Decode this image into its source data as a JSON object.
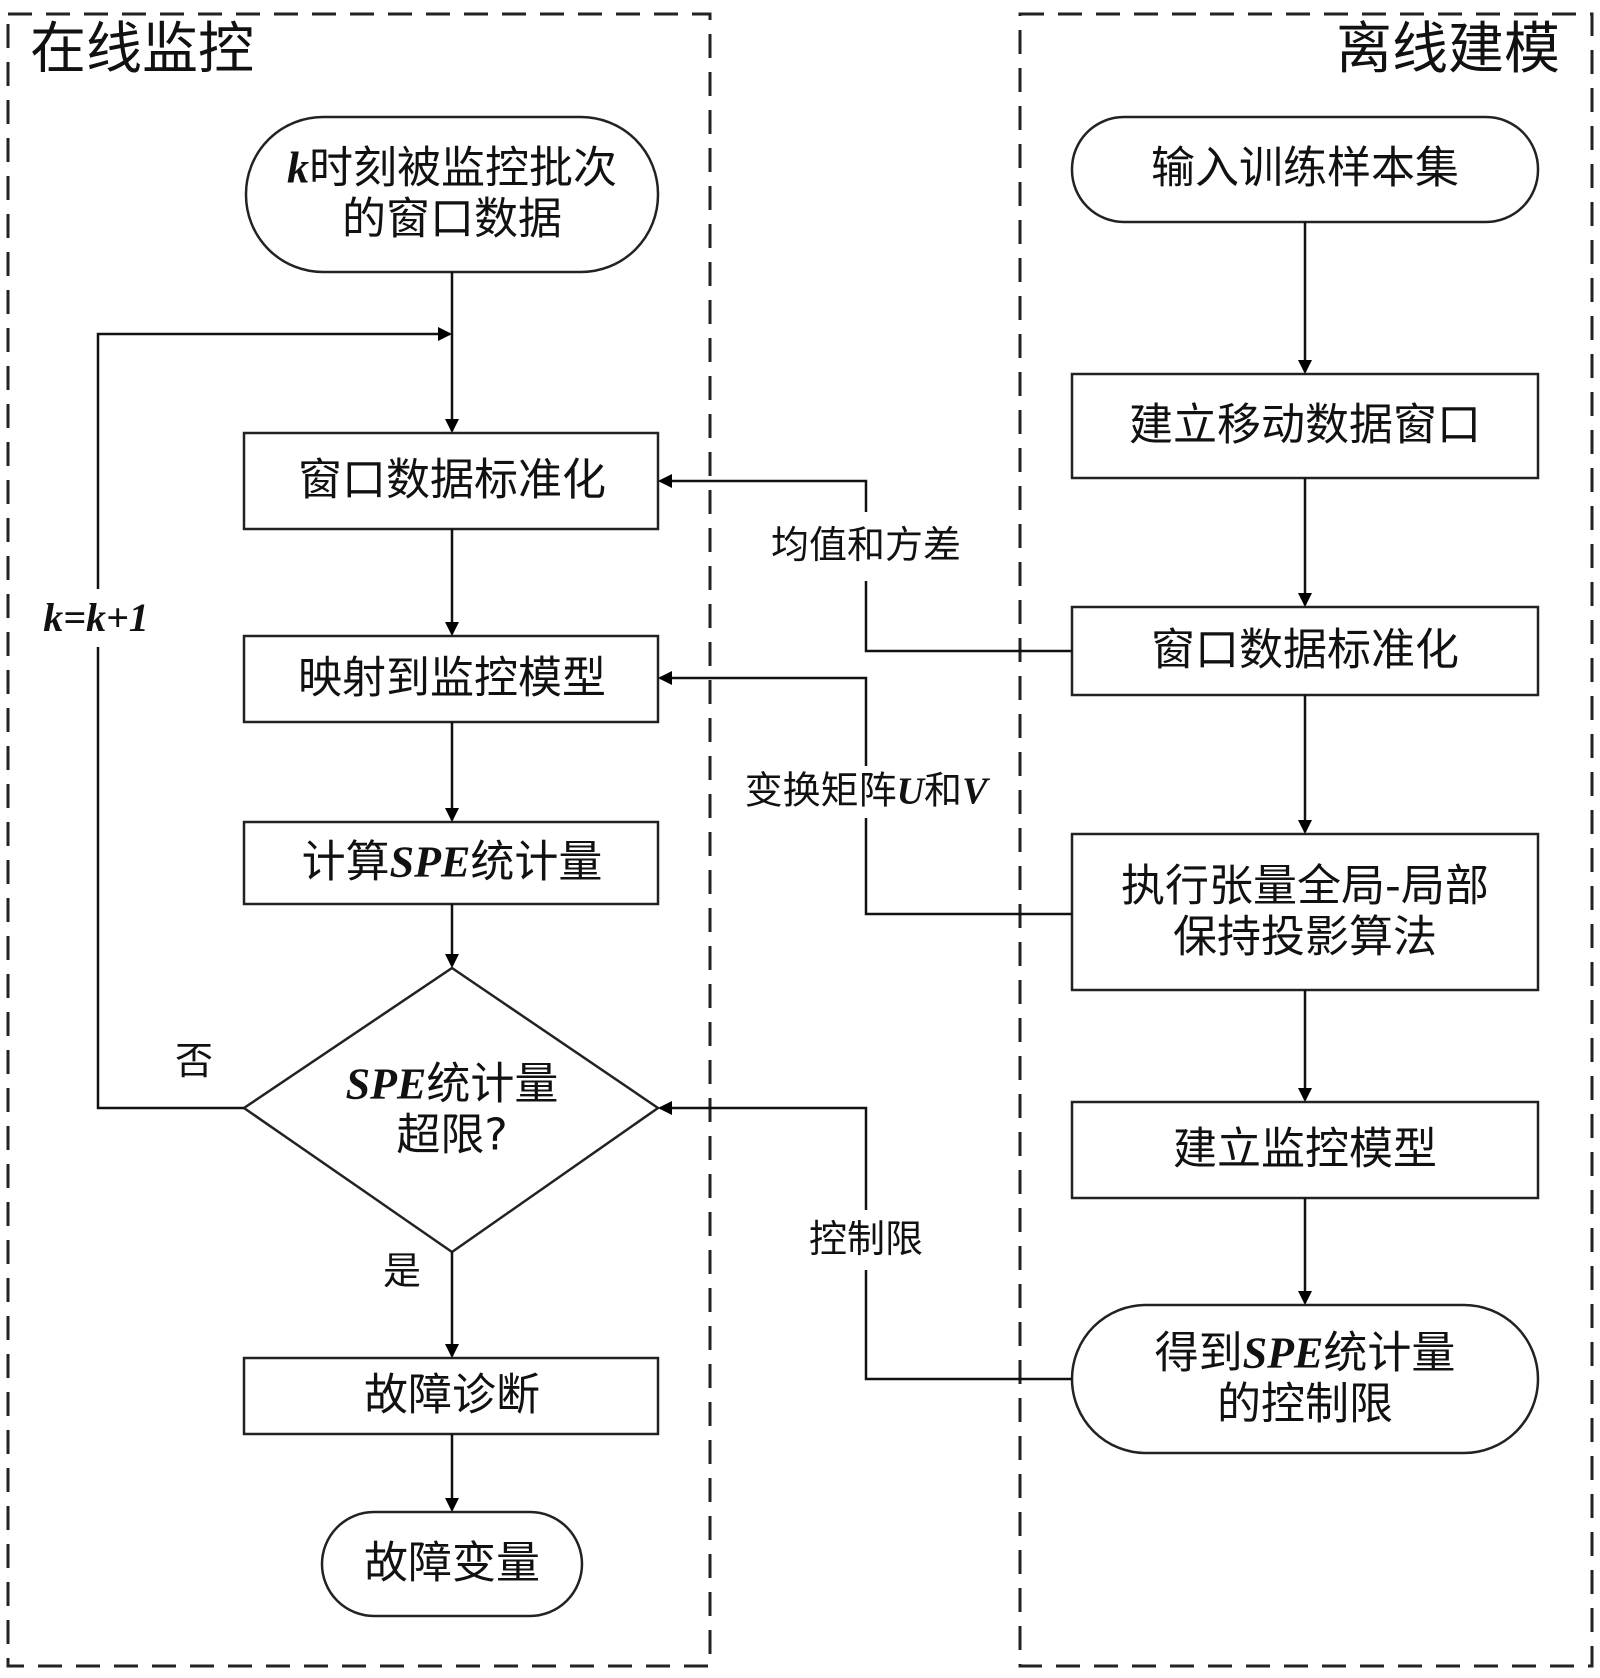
{
  "panels": {
    "online": {
      "title": "在线监控"
    },
    "offline": {
      "title": "离线建模"
    }
  },
  "online_nodes": {
    "start": {
      "prefix_var": "k",
      "line1": "时刻被监控批次",
      "line2": "的窗口数据"
    },
    "standardize": {
      "label": "窗口数据标准化"
    },
    "project": {
      "label": "映射到监控模型"
    },
    "compute": {
      "pre": "计算",
      "var": "SPE",
      "post": "统计量"
    },
    "decision": {
      "var": "SPE",
      "line1_post": "统计量",
      "line2": "超限?"
    },
    "diagnose": {
      "label": "故障诊断"
    },
    "end": {
      "label": "故障变量"
    }
  },
  "offline_nodes": {
    "input": {
      "label": "输入训练样本集"
    },
    "window": {
      "label": "建立移动数据窗口"
    },
    "standardize": {
      "label": "窗口数据标准化"
    },
    "algorithm": {
      "line1": "执行张量全局-局部",
      "line2": "保持投影算法"
    },
    "model": {
      "label": "建立监控模型"
    },
    "limit": {
      "pre": "得到",
      "var": "SPE",
      "post": "统计量",
      "line2": "的控制限"
    }
  },
  "edge_labels": {
    "mean_var": "均值和方差",
    "transform": {
      "pre": "变换矩阵",
      "var1": "U",
      "mid": "和",
      "var2": "V"
    },
    "control_limit": "控制限",
    "no": "否",
    "yes": "是",
    "loop": "k=k+1"
  }
}
